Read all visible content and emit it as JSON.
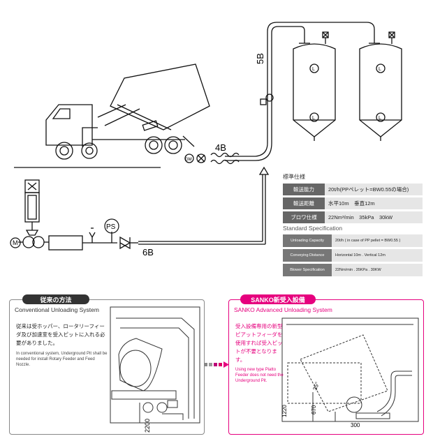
{
  "diagram_labels": {
    "pipe_5b": "5B",
    "pipe_4b": "4B",
    "pipe_6b": "6B",
    "ps": "PS",
    "gm": "GM",
    "motor": "M",
    "level": "L"
  },
  "spec_jp": {
    "title": "標準仕様",
    "rows": [
      {
        "key": "輸送能力",
        "value": "20t/h(PPペレット=BW0.55の場合)"
      },
      {
        "key": "輸送距離",
        "value": "水平10m　垂直12m"
      },
      {
        "key": "ブロワ仕様",
        "value": "22Nm³/min　35kPa　30kW"
      }
    ]
  },
  "spec_en": {
    "title": "Standard Specification",
    "rows": [
      {
        "key": "Unloading Capacity",
        "value": "20t/h ( in case of PP pellet = BW0.55 )"
      },
      {
        "key": "Conveying Distance",
        "value": "Horizontal 10m . Vertical 12m"
      },
      {
        "key": "Blower Specification",
        "value": "22Nm/min . 35KPa . 30KW"
      }
    ]
  },
  "old_panel": {
    "tab": "従来の方法",
    "subtitle": "Conventional Unloading System",
    "jp_text": "従来は受ホッパー、ロータリーフィーダ及び加速室を受入ピットに入れる必要がありました。",
    "en_text": "In conventional system, Underground Pit shall be needed for install Rotary Feeder and Feed Nozzle.",
    "dim_2200": "2200"
  },
  "new_panel": {
    "tab": "SANKO新受入設備",
    "subtitle": "SANKO Advanced Unloading System",
    "jp_text": "受入設備専用の新型ピアットフィーダを使用すれば受入ピットが不要となります。",
    "en_text": "Using new type Piatto Feeder does not need the Underground Pit.",
    "dim_1220": "1220",
    "dim_670": "670",
    "dim_300": "300",
    "angle": "35°"
  },
  "colors": {
    "accent": "#e6007e",
    "dark": "#333333",
    "key_bg": "#666666"
  }
}
